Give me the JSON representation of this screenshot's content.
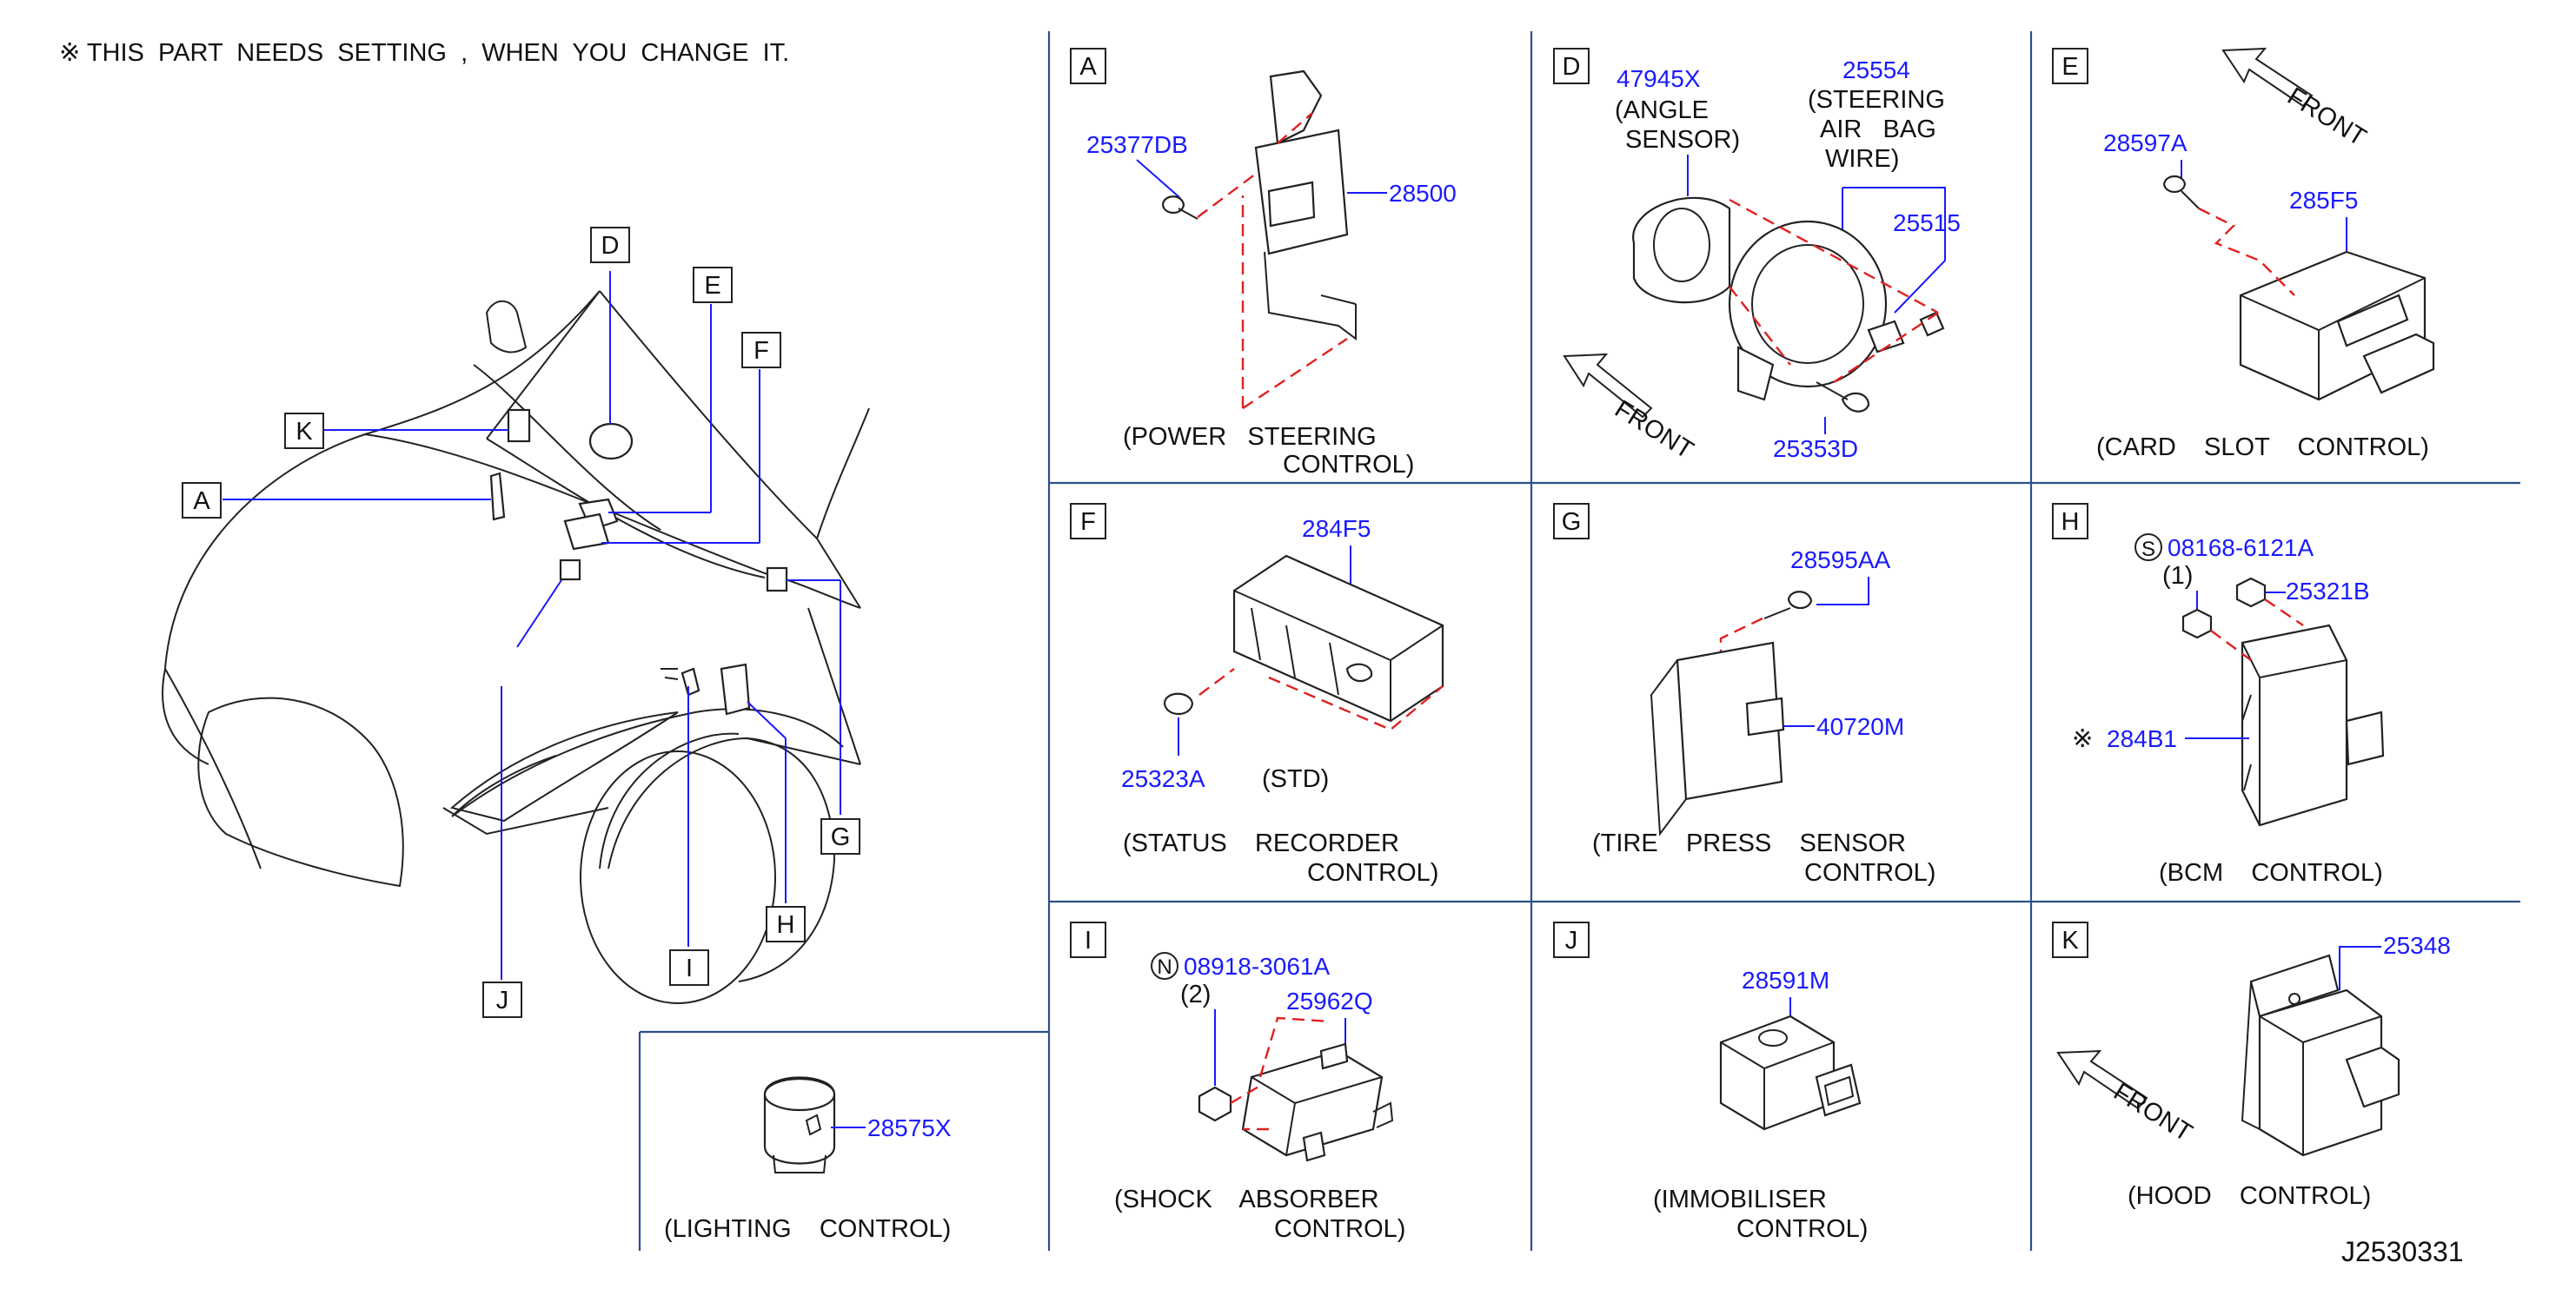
{
  "note": "※ THIS  PART  NEEDS  SETTING  ,  WHEN  YOU  CHANGE  IT.",
  "diagram_code": "J2530331",
  "overview_callouts": [
    "A",
    "D",
    "E",
    "F",
    "G",
    "H",
    "I",
    "J",
    "K"
  ],
  "panels": {
    "A": {
      "letter": "A",
      "parts": [
        "25377DB",
        "28500"
      ],
      "caption": [
        "(POWER   STEERING",
        "CONTROL)"
      ]
    },
    "D": {
      "letter": "D",
      "parts": [
        "47945X",
        "25554",
        "25515",
        "25353D"
      ],
      "notes": [
        "(ANGLE",
        "SENSOR)",
        "(STEERING",
        "AIR   BAG",
        "WIRE)"
      ],
      "front": "FRONT"
    },
    "E": {
      "letter": "E",
      "parts": [
        "28597A",
        "285F5"
      ],
      "front": "FRONT",
      "caption": [
        "(CARD    SLOT    CONTROL)"
      ]
    },
    "F": {
      "letter": "F",
      "parts": [
        "284F5",
        "25323A"
      ],
      "std": "(STD)",
      "caption": [
        "(STATUS    RECORDER",
        "CONTROL)"
      ]
    },
    "G": {
      "letter": "G",
      "parts": [
        "28595AA",
        "40720M"
      ],
      "caption": [
        "(TIRE    PRESS    SENSOR",
        "CONTROL)"
      ]
    },
    "H": {
      "letter": "H",
      "parts": [
        "08168-6121A",
        "25321B",
        "284B1"
      ],
      "s_mark": "S",
      "qty": "(1)",
      "mark": "※",
      "caption": [
        "(BCM    CONTROL)"
      ]
    },
    "I": {
      "letter": "I",
      "parts": [
        "08918-3061A",
        "25962Q"
      ],
      "n_mark": "N",
      "qty": "(2)",
      "caption": [
        "(SHOCK    ABSORBER",
        "CONTROL)"
      ]
    },
    "J": {
      "letter": "J",
      "parts": [
        "28591M"
      ],
      "caption": [
        "(IMMOBILISER",
        "CONTROL)"
      ]
    },
    "K": {
      "letter": "K",
      "parts": [
        "25348"
      ],
      "front": "FRONT",
      "caption": [
        "(HOOD    CONTROL)"
      ]
    },
    "L": {
      "parts": [
        "28575X"
      ],
      "caption": [
        "(LIGHTING    CONTROL)"
      ]
    }
  },
  "colors": {
    "part_number": "#1a1aff",
    "leader_dash": "#e02020",
    "grid": "#2b4f8a",
    "ink": "#111111"
  }
}
